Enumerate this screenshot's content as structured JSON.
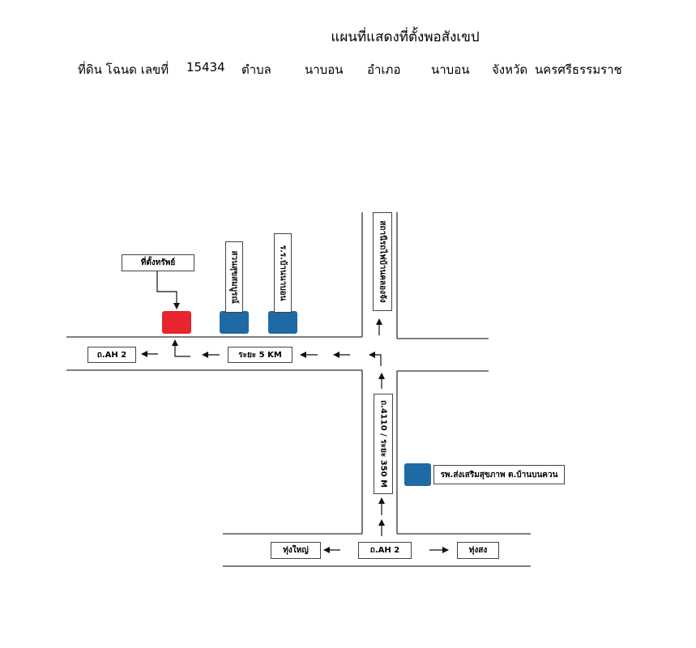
{
  "header": {
    "title": "แผนที่แสดงที่ตั้งพอสังเขป",
    "land_label": "ที่ดิน โฉนด เลขที่",
    "deed_number": "15434",
    "subdistrict_label": "ตำบล",
    "subdistrict": "นาบอน",
    "district_label": "อำเภอ",
    "district": "นาบอน",
    "province_label": "จังหวัด",
    "province": "นครศรีธรรมราช"
  },
  "map": {
    "labels": {
      "property": "ที่ตั้งทรัพย์",
      "school": "สวนสุขสมบูรณ์",
      "village_school": "ร.ร.บ้านนาบอน",
      "rail_station": "สถานีรถไฟบ้านคลองจัง",
      "road_ah2_west": "ถ.AH 2",
      "distance_5km": "ระยะ 5 KM",
      "road_4110": "ถ.4110 / ระยะ 350 M",
      "hospital": "รพ.ส่งเสริมสุขภาพ ต.บ้านบนควน",
      "thung_yai": "ทุ่งใหญ่",
      "road_ah2_south": "ถ.AH 2",
      "thung_song": "ทุ่งสง"
    },
    "colors": {
      "property_marker": "#e8242e",
      "landmark_marker": "#1f6aa5",
      "road_line": "#333333",
      "arrow": "#111111"
    }
  }
}
